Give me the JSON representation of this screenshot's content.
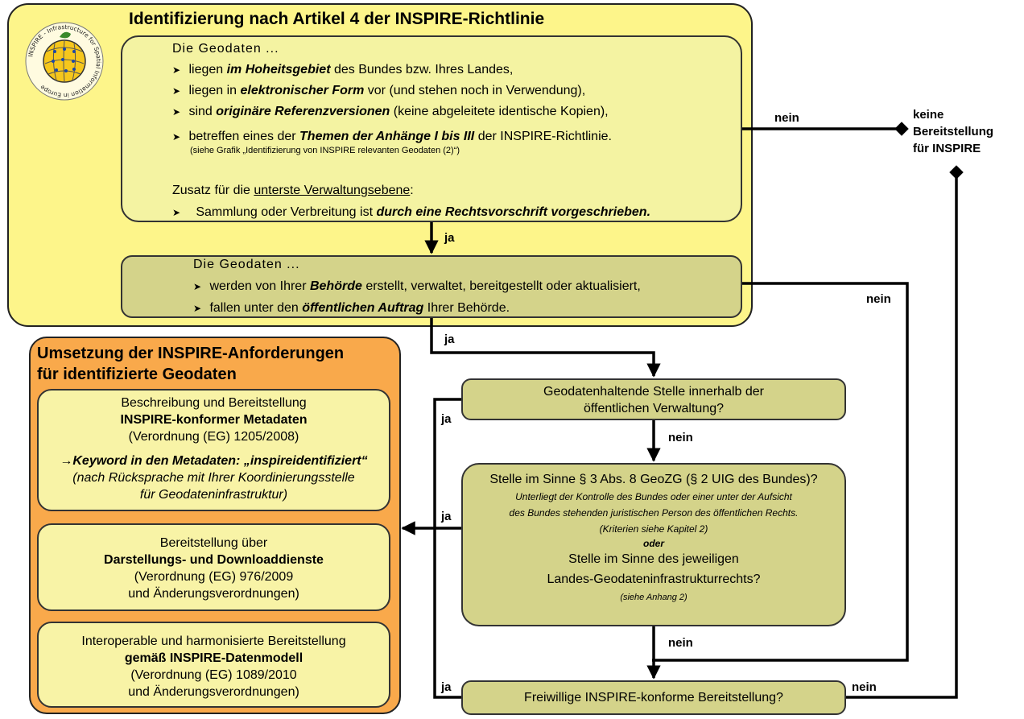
{
  "top": {
    "title": "Identifizierung nach Artikel 4 der INSPIRE-Richtlinie",
    "logo_ring_text": "INSPIRE - Infrastructure for Spatial Information in Europe",
    "box1": {
      "intro": "Die Geodaten ...",
      "item1": {
        "pre": "liegen ",
        "em": "im Hoheitsgebiet",
        "post": " des Bundes bzw. Ihres Landes,"
      },
      "item2": {
        "pre": "liegen in ",
        "em": "elektronischer Form",
        "post": " vor (und stehen noch in Verwendung),"
      },
      "item3": {
        "pre": "sind ",
        "em": "originäre Referenzversionen",
        "post": " (keine abgeleitete identische Kopien),"
      },
      "item4": {
        "pre": "betreffen eines der ",
        "em": "Themen der Anhänge I bis III",
        "post": " der INSPIRE-Richtlinie."
      },
      "note": "(siehe Grafik „Identifizierung von INSPIRE relevanten Geodaten (2)“)",
      "zusatz_pre": "Zusatz für die ",
      "zusatz_u": "unterste Verwaltungsebene",
      "zusatz_post": ":",
      "item5": {
        "pre": "Sammlung oder Verbreitung ist ",
        "em": "durch eine Rechtsvorschrift vorgeschrieben."
      }
    },
    "box2": {
      "intro": "Die Geodaten ...",
      "item1": {
        "pre": "werden von Ihrer ",
        "em": "Behörde",
        "post": " erstellt, verwaltet, bereitgestellt oder aktualisiert,"
      },
      "item2": {
        "pre": "fallen unter den ",
        "em": "öffentlichen Auftrag",
        "post": " Ihrer Behörde."
      }
    }
  },
  "outcome_none": {
    "line1": "keine",
    "line2": "Bereitstellung",
    "line3": "für INSPIRE"
  },
  "left": {
    "title_line1": "Umsetzung der INSPIRE-Anforderungen",
    "title_line2": "für identifizierte Geodaten",
    "panel1": {
      "line1": "Beschreibung und Bereitstellung",
      "line2": "INSPIRE-konformer Metadaten",
      "line3": "(Verordnung (EG) 1205/2008)",
      "kw_arrow": "→",
      "kw": "Keyword in den Metadaten: „inspireidentifiziert“",
      "note1": "(nach Rücksprache mit Ihrer Koordinierungsstelle",
      "note2": "für Geodateninfrastruktur)"
    },
    "panel2": {
      "line1": "Bereitstellung über",
      "line2": "Darstellungs- und Downloaddienste",
      "line3": "(Verordnung (EG) 976/2009",
      "line4": "und Änderungsverordnungen)"
    },
    "panel3": {
      "line1": "Interoperable und harmonisierte Bereitstellung",
      "line2": "gemäß INSPIRE-Datenmodell",
      "line3": "(Verordnung (EG) 1089/2010",
      "line4": "und Änderungsverordnungen)"
    }
  },
  "q1": {
    "line1": "Geodatenhaltende Stelle innerhalb der",
    "line2": "öffentlichen Verwaltung?"
  },
  "q2": {
    "line1": "Stelle im Sinne § 3 Abs. 8 GeoZG (§ 2 UIG des Bundes)?",
    "sub1": "Unterliegt der Kontrolle des Bundes oder einer unter der Aufsicht",
    "sub2": "des Bundes stehenden juristischen Person des öffentlichen Rechts.",
    "sub3": "(Kriterien siehe Kapitel 2)",
    "oder": "oder",
    "line2": "Stelle im Sinne des jeweiligen",
    "line3": "Landes-Geodateninfrastrukturrechts?",
    "sub4": "(siehe Anhang 2)"
  },
  "q3": {
    "line1": "Freiwillige INSPIRE-konforme Bereitstellung?"
  },
  "labels": {
    "nein_box1": "nein",
    "ja_box1": "ja",
    "nein_box2": "nein",
    "ja_box2": "ja",
    "ja_q1": "ja",
    "nein_q1": "nein",
    "ja_q2": "ja",
    "nein_q2": "nein",
    "ja_q3": "ja",
    "nein_q3": "nein"
  },
  "colors": {
    "top_bg": "#fdf58a",
    "light_box": "#f4f3a2",
    "olive_box": "#d4d38a",
    "orange_bg": "#f9a94b"
  }
}
